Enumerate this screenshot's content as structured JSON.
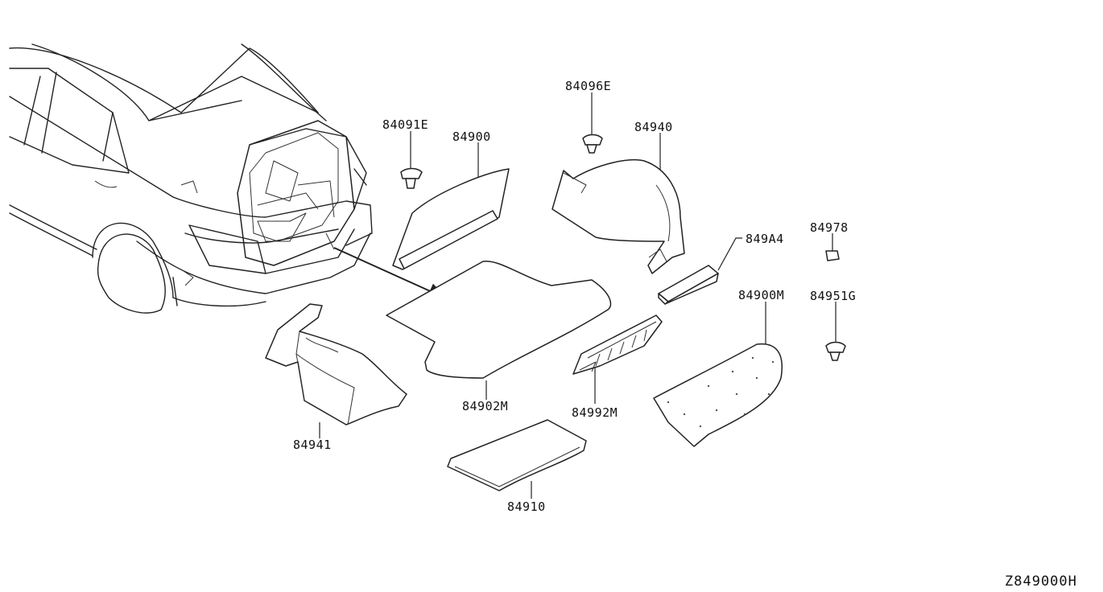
{
  "diagram": {
    "reference_code": "Z849000H",
    "parts": [
      {
        "id": "clip-84091E",
        "label": "84091E"
      },
      {
        "id": "trim-84900",
        "label": "84900"
      },
      {
        "id": "clip-84096E",
        "label": "84096E"
      },
      {
        "id": "trim-84940",
        "label": "84940"
      },
      {
        "id": "spacer-849A4",
        "label": "849A4"
      },
      {
        "id": "grommet-84978",
        "label": "84978"
      },
      {
        "id": "trim-84900M",
        "label": "84900M"
      },
      {
        "id": "clip-84951G",
        "label": "84951G"
      },
      {
        "id": "mat-84902M",
        "label": "84902M"
      },
      {
        "id": "finisher-84992M",
        "label": "84992M"
      },
      {
        "id": "trim-84941",
        "label": "84941"
      },
      {
        "id": "board-84910",
        "label": "84910"
      }
    ]
  }
}
